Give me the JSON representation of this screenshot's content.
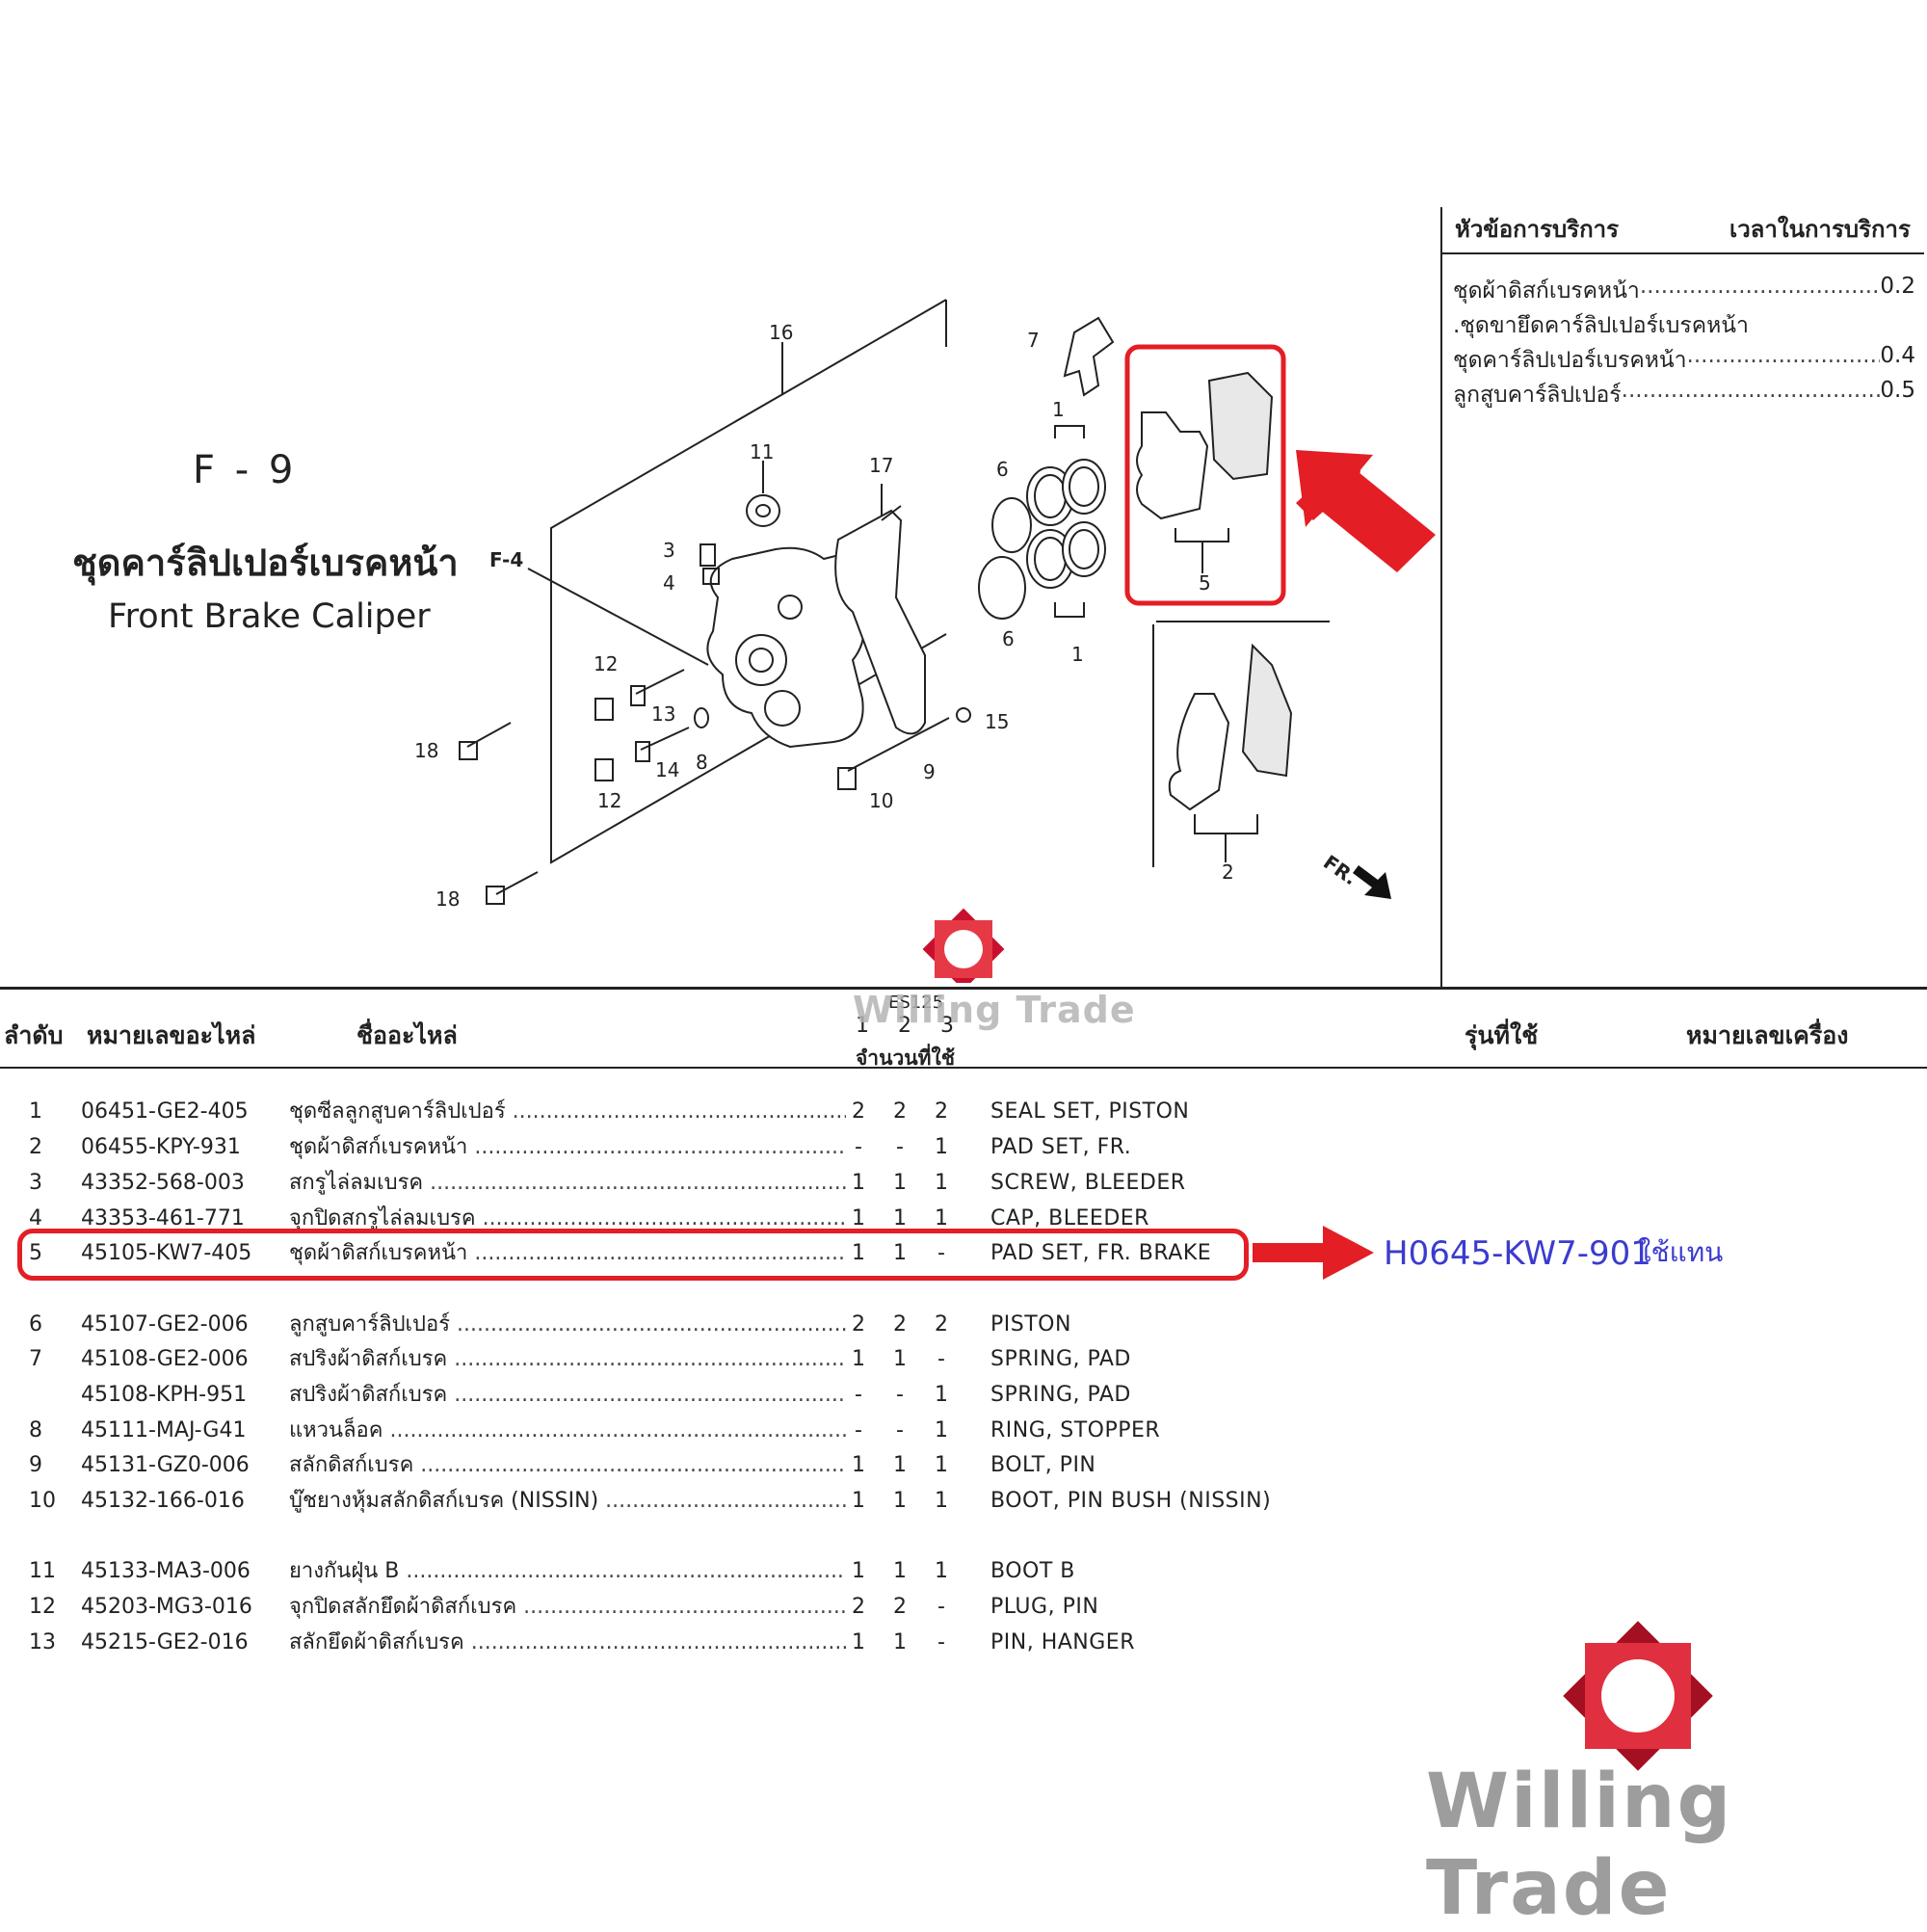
{
  "figure": {
    "code": "F - 9",
    "title_th": "ชุดคาร์ลิปเปอร์เบรคหน้า",
    "title_en": "Front Brake Caliper",
    "ref": "F-4",
    "direction": "FR."
  },
  "callouts": [
    "1",
    "1",
    "2",
    "3",
    "4",
    "5",
    "6",
    "6",
    "7",
    "8",
    "9",
    "10",
    "11",
    "12",
    "12",
    "13",
    "14",
    "15",
    "16",
    "17",
    "18",
    "18"
  ],
  "service": {
    "header_topic": "หัวข้อการบริการ",
    "header_time": "เวลาในการบริการ",
    "rows": [
      {
        "label": "ชุดผ้าดิสก์เบรคหน้า",
        "time": "0.2"
      },
      {
        "label": ".ชุดขายึดคาร์ลิปเปอร์เบรคหน้า",
        "time": ""
      },
      {
        "label": "ชุดคาร์ลิปเปอร์เบรคหน้า",
        "time": "0.4"
      },
      {
        "label": "ลูกสูบคาร์ลิปเปอร์",
        "time": "0.5"
      }
    ]
  },
  "table": {
    "headers": {
      "no": "ลำดับ",
      "part_no": "หมายเลขอะไหล่",
      "name": "ชื่ออะไหล่",
      "qty_label": "จำนวนที่ใช้",
      "qty_cols": [
        "1",
        "2",
        "3"
      ],
      "model_code": "ES125",
      "model": "รุ่นที่ใช้",
      "engine": "หมายเลขเครื่อง"
    },
    "rows": [
      {
        "no": "1",
        "part_no": "06451-GE2-405",
        "name_th": "ชุดซีลลูกสูบคาร์ลิปเปอร์",
        "q1": "2",
        "q2": "2",
        "q3": "2",
        "name_en": "SEAL SET, PISTON"
      },
      {
        "no": "2",
        "part_no": "06455-KPY-931",
        "name_th": "ชุดผ้าดิสก์เบรคหน้า",
        "q1": "-",
        "q2": "-",
        "q3": "1",
        "name_en": "PAD SET, FR."
      },
      {
        "no": "3",
        "part_no": "43352-568-003",
        "name_th": "สกรูไล่ลมเบรค",
        "q1": "1",
        "q2": "1",
        "q3": "1",
        "name_en": "SCREW, BLEEDER"
      },
      {
        "no": "4",
        "part_no": "43353-461-771",
        "name_th": "จุกปิดสกรูไล่ลมเบรค",
        "q1": "1",
        "q2": "1",
        "q3": "1",
        "name_en": "CAP, BLEEDER"
      },
      {
        "no": "5",
        "part_no": "45105-KW7-405",
        "name_th": "ชุดผ้าดิสก์เบรคหน้า",
        "q1": "1",
        "q2": "1",
        "q3": "-",
        "name_en": "PAD SET, FR. BRAKE"
      },
      {
        "no": "6",
        "part_no": "45107-GE2-006",
        "name_th": "ลูกสูบคาร์ลิปเปอร์",
        "q1": "2",
        "q2": "2",
        "q3": "2",
        "name_en": "PISTON"
      },
      {
        "no": "7",
        "part_no": "45108-GE2-006",
        "name_th": "สปริงผ้าดิสก์เบรค",
        "q1": "1",
        "q2": "1",
        "q3": "-",
        "name_en": "SPRING, PAD"
      },
      {
        "no": "",
        "part_no": "45108-KPH-951",
        "name_th": "สปริงผ้าดิสก์เบรค",
        "q1": "-",
        "q2": "-",
        "q3": "1",
        "name_en": "SPRING, PAD"
      },
      {
        "no": "8",
        "part_no": "45111-MAJ-G41",
        "name_th": "แหวนล็อค",
        "q1": "-",
        "q2": "-",
        "q3": "1",
        "name_en": "RING, STOPPER"
      },
      {
        "no": "9",
        "part_no": "45131-GZ0-006",
        "name_th": "สลักดิสก์เบรค",
        "q1": "1",
        "q2": "1",
        "q3": "1",
        "name_en": "BOLT, PIN"
      },
      {
        "no": "10",
        "part_no": "45132-166-016",
        "name_th": "บู๊ชยางหุ้มสลักดิสก์เบรค (NISSIN)",
        "q1": "1",
        "q2": "1",
        "q3": "1",
        "name_en": "BOOT, PIN BUSH (NISSIN)"
      },
      {
        "no": "11",
        "part_no": "45133-MA3-006",
        "name_th": "ยางกันฝุ่น B",
        "q1": "1",
        "q2": "1",
        "q3": "1",
        "name_en": "BOOT B"
      },
      {
        "no": "12",
        "part_no": "45203-MG3-016",
        "name_th": "จุกปิดสลักยึดผ้าดิสก์เบรค",
        "q1": "2",
        "q2": "2",
        "q3": "-",
        "name_en": "PLUG, PIN"
      },
      {
        "no": "13",
        "part_no": "45215-GE2-016",
        "name_th": "สลักยึดผ้าดิสก์เบรค",
        "q1": "1",
        "q2": "1",
        "q3": "-",
        "name_en": "PIN, HANGER"
      }
    ]
  },
  "replacement": {
    "part_no": "H0645-KW7-901",
    "note": "ใช้แทน"
  },
  "watermark": {
    "text": "Willing Trade"
  },
  "colors": {
    "highlight_red": "#e31e24",
    "replacement_blue": "#3b3bd0",
    "logo_red": "#c8102e"
  }
}
